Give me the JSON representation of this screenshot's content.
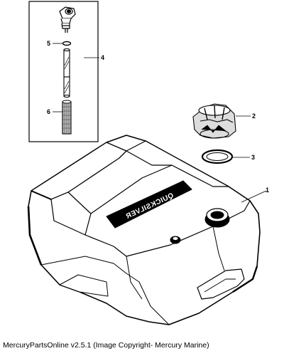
{
  "diagram": {
    "callouts": {
      "tank": "1",
      "cap_adapter": "2",
      "gasket": "3",
      "pickup_assembly": "4",
      "o_ring": "5",
      "filter": "6"
    },
    "brand_label": "QUICKSILVER"
  },
  "footer": {
    "text": "MercuryPartsOnline v2.5.1 (Image Copyright- Mercury Marine)"
  }
}
